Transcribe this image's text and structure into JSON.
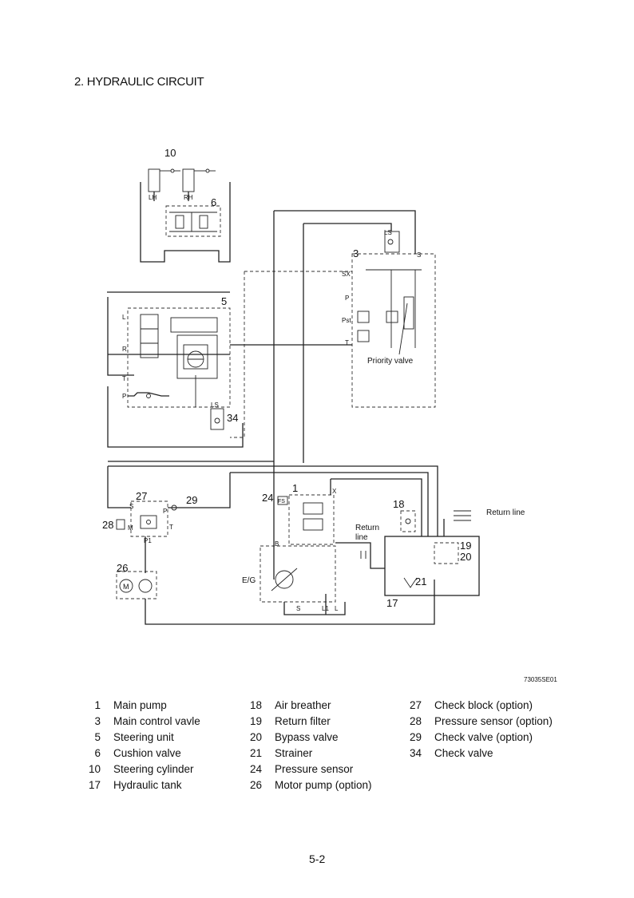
{
  "page": {
    "title": "2. HYDRAULIC CIRCUIT",
    "figure_code": "73035SE01",
    "page_number": "5-2"
  },
  "diagram": {
    "labels": {
      "n10": "10",
      "lh": "LH",
      "rh": "RH",
      "n6": "6",
      "n5": "5",
      "l": "L",
      "r": "R",
      "t": "T",
      "p": "P",
      "ls34": "LS",
      "n34": "34",
      "n3": "3",
      "ls3": "LS",
      "s3": "S",
      "sx": "SX",
      "p3": "P",
      "pst": "Pst",
      "t3": "T",
      "priority": "Priority valve",
      "n27": "27",
      "n29": "29",
      "n28": "28",
      "s27": "S",
      "p27": "P",
      "t27": "T",
      "p1": "P1",
      "m28": "M",
      "n26": "26",
      "motor": "M",
      "n24": "24",
      "fs": "FS",
      "n1": "1",
      "x": "X",
      "b": "B",
      "eg": "E/G",
      "s1": "S",
      "l1": "L1",
      "n18": "18",
      "return_line_left": "Return",
      "return_line_left2": "line",
      "return_line_right": "Return line",
      "n19": "19",
      "n20": "20",
      "n21": "21",
      "n17": "17"
    }
  },
  "legend": {
    "col1": [
      {
        "num": "1",
        "name": "Main pump"
      },
      {
        "num": "3",
        "name": "Main control vavle"
      },
      {
        "num": "5",
        "name": "Steering unit"
      },
      {
        "num": "6",
        "name": "Cushion valve"
      },
      {
        "num": "10",
        "name": "Steering cylinder"
      },
      {
        "num": "17",
        "name": "Hydraulic tank"
      }
    ],
    "col2": [
      {
        "num": "18",
        "name": "Air breather"
      },
      {
        "num": "19",
        "name": "Return filter"
      },
      {
        "num": "20",
        "name": "Bypass valve"
      },
      {
        "num": "21",
        "name": "Strainer"
      },
      {
        "num": "24",
        "name": "Pressure sensor"
      },
      {
        "num": "26",
        "name": "Motor pump (option)"
      }
    ],
    "col3": [
      {
        "num": "27",
        "name": "Check block (option)"
      },
      {
        "num": "28",
        "name": "Pressure sensor (option)"
      },
      {
        "num": "29",
        "name": "Check valve (option)"
      },
      {
        "num": "34",
        "name": "Check valve"
      }
    ]
  }
}
